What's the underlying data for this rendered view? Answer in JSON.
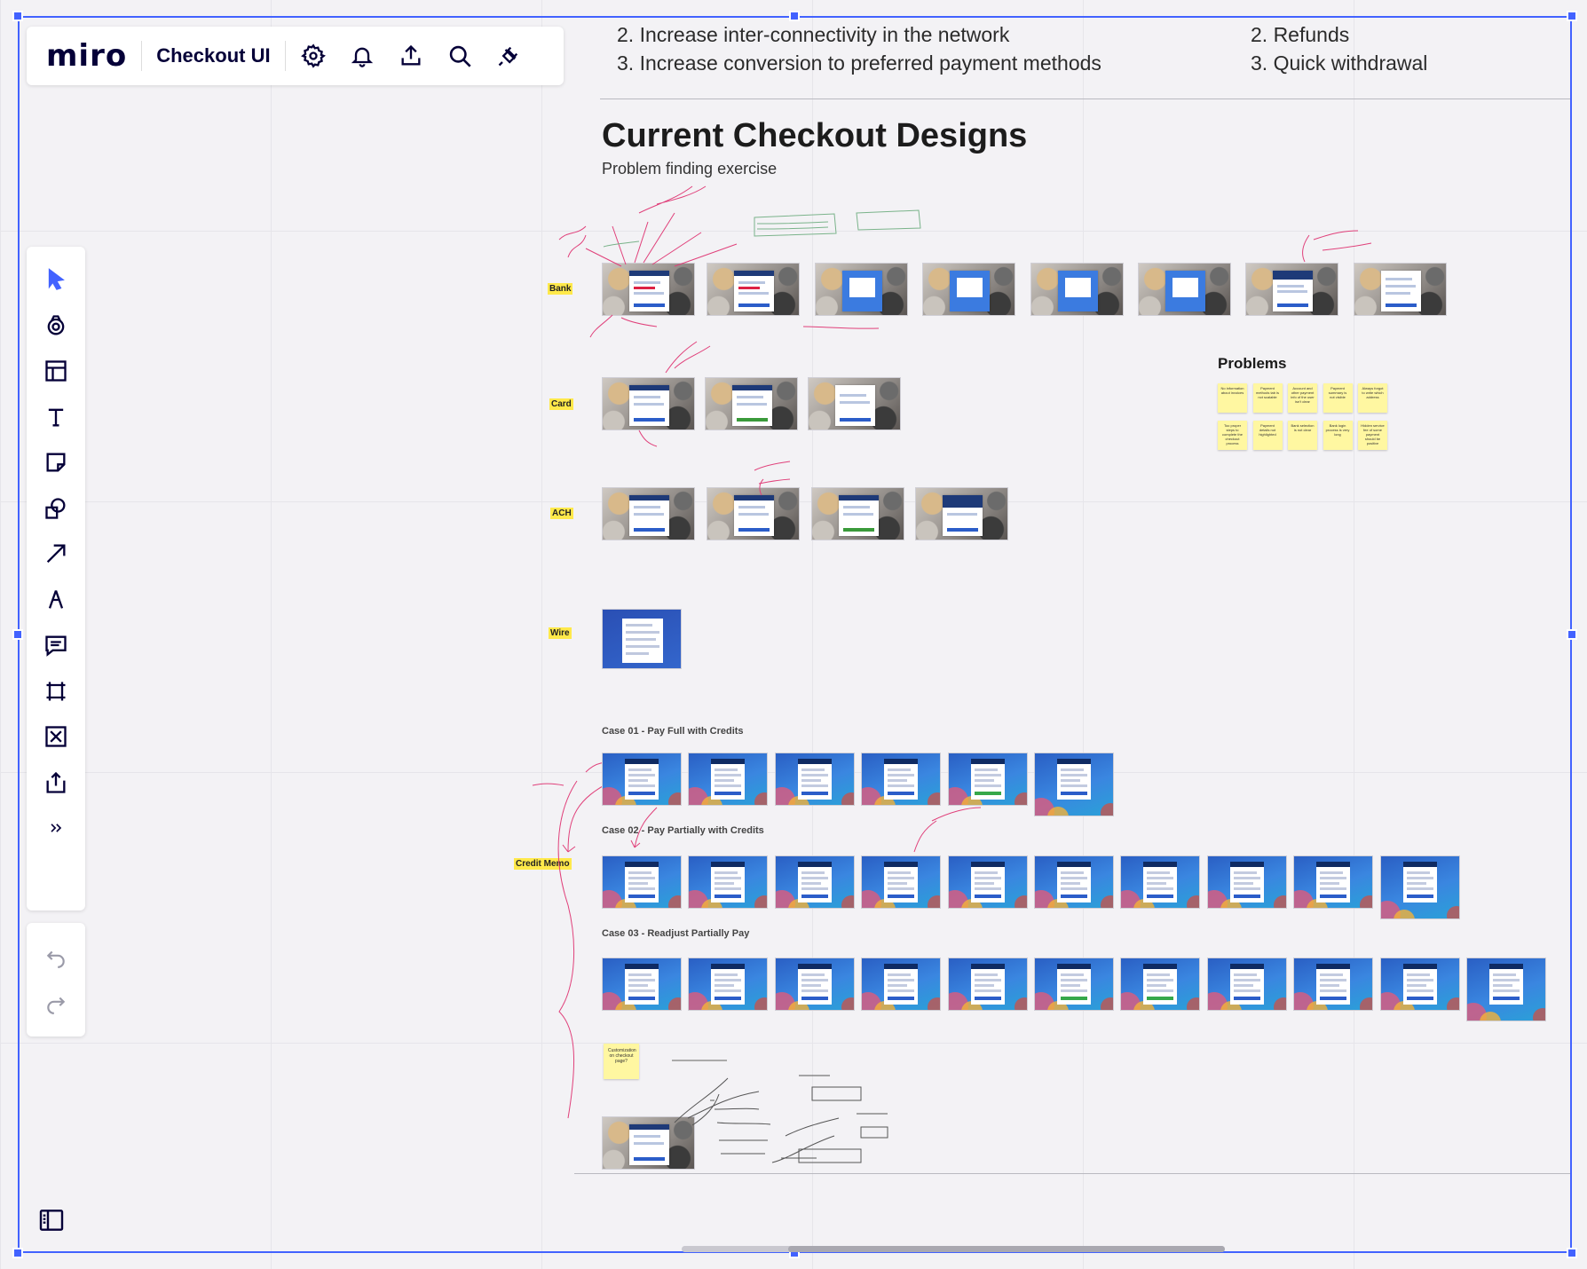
{
  "app": {
    "logo": "miro",
    "board_title": "Checkout UI"
  },
  "goals_left": [
    "2. Increase inter-connectivity in the network",
    "3. Increase conversion to preferred payment methods"
  ],
  "goals_right": [
    "2. Refunds",
    "3. Quick withdrawal"
  ],
  "section": {
    "title": "Current Checkout Designs",
    "subtitle": "Problem finding exercise"
  },
  "rows": {
    "bank": "Bank",
    "card": "Card",
    "ach": "ACH",
    "wire": "Wire",
    "credit_memo": "Credit Memo"
  },
  "cases": {
    "case1": "Case 01 -  Pay Full with Credits",
    "case2": "Case 02 -  Pay Partially with Credits",
    "case3": "Case 03 -  Readjust Partially Pay"
  },
  "problems": {
    "title": "Problems",
    "notes": [
      "No information about invoices",
      "Payment methods tab is not scalable",
      "Account and other payment info of the user isn't clear",
      "Payment summary is not visible",
      "Always forgot to write which address",
      "Too proper steps to complete the checkout process",
      "Payment details not highlighted",
      "Bank selection is not clear",
      "Bank login process is very long",
      "Hidden service fee of some payment should be positive"
    ]
  },
  "custom_sticky": "Customization on checkout page?",
  "toolbar": [
    {
      "name": "select-tool",
      "icon": "cursor-icon"
    },
    {
      "name": "templates-tool",
      "icon": "templates-icon"
    },
    {
      "name": "frames-layout-tool",
      "icon": "layout-icon"
    },
    {
      "name": "text-tool",
      "icon": "text-icon"
    },
    {
      "name": "sticky-note-tool",
      "icon": "sticky-note-icon"
    },
    {
      "name": "shapes-tool",
      "icon": "shapes-icon"
    },
    {
      "name": "arrow-tool",
      "icon": "arrow-icon"
    },
    {
      "name": "pen-tool",
      "icon": "pen-icon"
    },
    {
      "name": "comment-tool",
      "icon": "comment-icon"
    },
    {
      "name": "frame-tool",
      "icon": "frame-icon"
    },
    {
      "name": "embed-tool",
      "icon": "embed-icon"
    },
    {
      "name": "upload-tool",
      "icon": "upload-icon"
    },
    {
      "name": "more-tools",
      "icon": "chevron-double-right-icon"
    }
  ],
  "colors": {
    "accent": "#4262ff",
    "sticky": "#fff7a1",
    "label_highlight": "#ffe94a",
    "ink": "#e0407a"
  }
}
